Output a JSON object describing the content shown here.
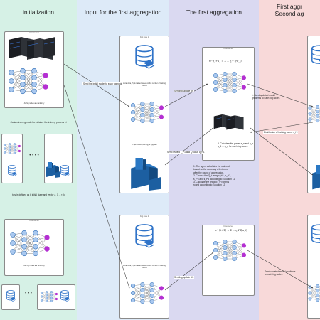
{
  "columns": [
    {
      "title": "initialization",
      "color": "#d6f1e6"
    },
    {
      "title": "Input for the first aggregation",
      "color": "#ddeaf8"
    },
    {
      "title": "The first aggregation",
      "color": "#dad9f1"
    },
    {
      "title": "First aggr",
      "subtitle": "Second ag",
      "color": "#f8d9d9"
    }
  ],
  "init": {
    "top_label": "Ai: fog nodes are randomly",
    "mid_label": "Certain training model to initialize the training process ei",
    "ellipsis": "• • • •",
    "bottom_caption": "tory is defined as θ initial state and vector a_1 ... τ_k",
    "lower_label": "A2: fog nodes are randomly",
    "bottom_ellipsis": "• • •"
  },
  "input": {
    "box_title": "Fog node 1",
    "data_note": "Local data, Pi, is trained based on the number of training rounds",
    "gen_note": "Li generated (training) & upgrade",
    "box2_title": "Fog node 2",
    "data_note2": "Local data, Pi, is trained based on the number of training rounds"
  },
  "first": {
    "box_title": "Cloud server",
    "formula_top": "w^{t+1} = Σ ... η ∇ f(w_t)",
    "steps": [
      "1. Send updated model",
      "gradients to each fog nodes",
      "3. Calculate the power x_n and a_n",
      "a_1 ... a_n for each fog nodes"
    ],
    "agent_steps": [
      "1. The agent calculates the states of",
      "based on the accuracy criteria and",
      "after the round of aggregation.",
      "2. Choose the Q_t using s_t^1, s_t^2,",
      "s_t^3 and s_t^4 according to Equation 11",
      "3. Calculate the reward r_t^i for this",
      "round according to Equation 12"
    ],
    "formula_bottom": "w^{t+1} = Σ ... η ∇ f(w_t)",
    "box2_title": "Cloud server"
  },
  "arrows": {
    "sending_update": "Sending update ∇f¹",
    "send_reward": "Send reward r_t^1 and Q value q_t^1",
    "set_model": "Send the initial model to each fog node",
    "distribution": "Distribution of training round n_t^i",
    "sending_update2": "Sending update ∇f²",
    "send_grad": "Send updated model gradients to each fog nodes",
    "send_grad2": "Send updated model gradients to each fog nodes"
  },
  "colors": {
    "nn_node": "#a9c8ef",
    "nn_node_stroke": "#2e6db4",
    "nn_output": "#b42fd2",
    "db_blue": "#2f73c8",
    "server_dark": "#1b1d22",
    "arrow": "#3a3a3a",
    "agent_teal": "#1c5fa1"
  }
}
